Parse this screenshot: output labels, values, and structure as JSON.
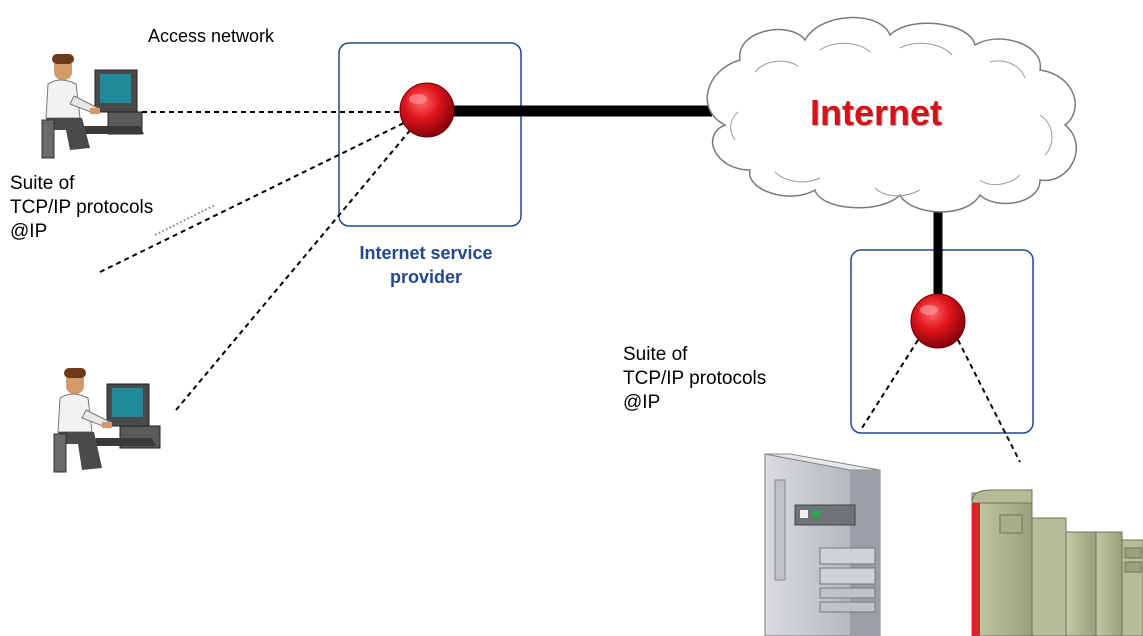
{
  "labels": {
    "access_network": "Access network",
    "left_protocol_line1": "Suite of",
    "left_protocol_line2": "TCP/IP protocols",
    "left_protocol_line3": "@IP",
    "isp_line1": "Internet service",
    "isp_line2": "provider",
    "internet": "Internet",
    "right_protocol_line1": "Suite of",
    "right_protocol_line2": "TCP/IP protocols",
    "right_protocol_line3": "@IP"
  },
  "colors": {
    "isp_border": "#24468f",
    "isp_text": "#24468f",
    "router_red": "#e0141c",
    "internet_text": "#d4121a"
  }
}
